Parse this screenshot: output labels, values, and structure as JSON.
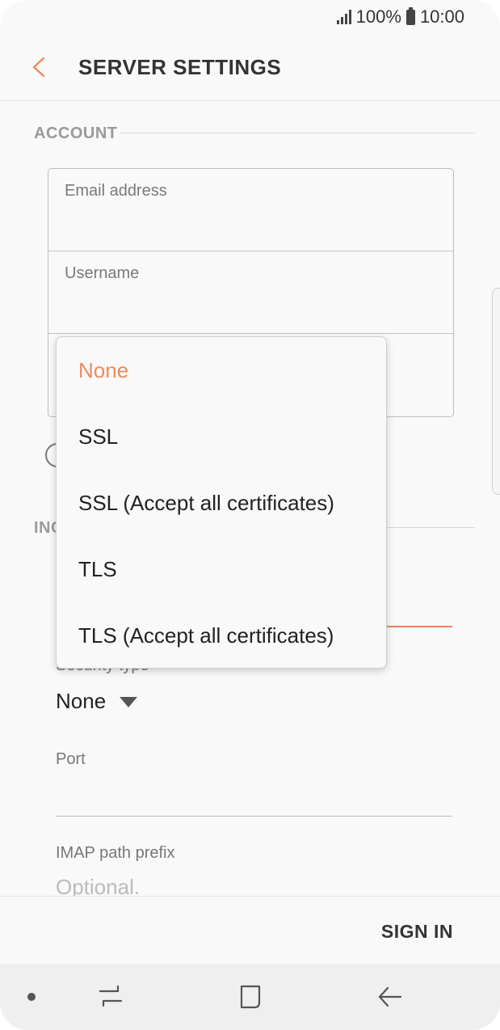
{
  "status_bar": {
    "battery": "100%",
    "time": "10:00"
  },
  "header": {
    "title": "SERVER SETTINGS"
  },
  "account": {
    "section_title": "ACCOUNT",
    "email_label": "Email address",
    "username_label": "Username"
  },
  "incoming": {
    "section_title_visible": "INC",
    "security_label_visible": "Security type",
    "security_value": "None",
    "port_label": "Port",
    "imap_label": "IMAP path prefix",
    "imap_placeholder": "Optional."
  },
  "dropdown": {
    "options": [
      {
        "label": "None",
        "selected": true
      },
      {
        "label": "SSL",
        "selected": false
      },
      {
        "label": "SSL (Accept all certificates)",
        "selected": false
      },
      {
        "label": "TLS",
        "selected": false
      },
      {
        "label": "TLS (Accept all certificates)",
        "selected": false
      }
    ]
  },
  "footer": {
    "sign_in_label": "SIGN IN"
  },
  "colors": {
    "accent": "#ef8a5e",
    "text": "#222222",
    "muted": "#9a9a9a"
  },
  "icons": [
    "back-arrow-icon",
    "signal-icon",
    "battery-icon",
    "recents-icon",
    "home-icon",
    "back-icon",
    "dropdown-arrow-icon"
  ]
}
